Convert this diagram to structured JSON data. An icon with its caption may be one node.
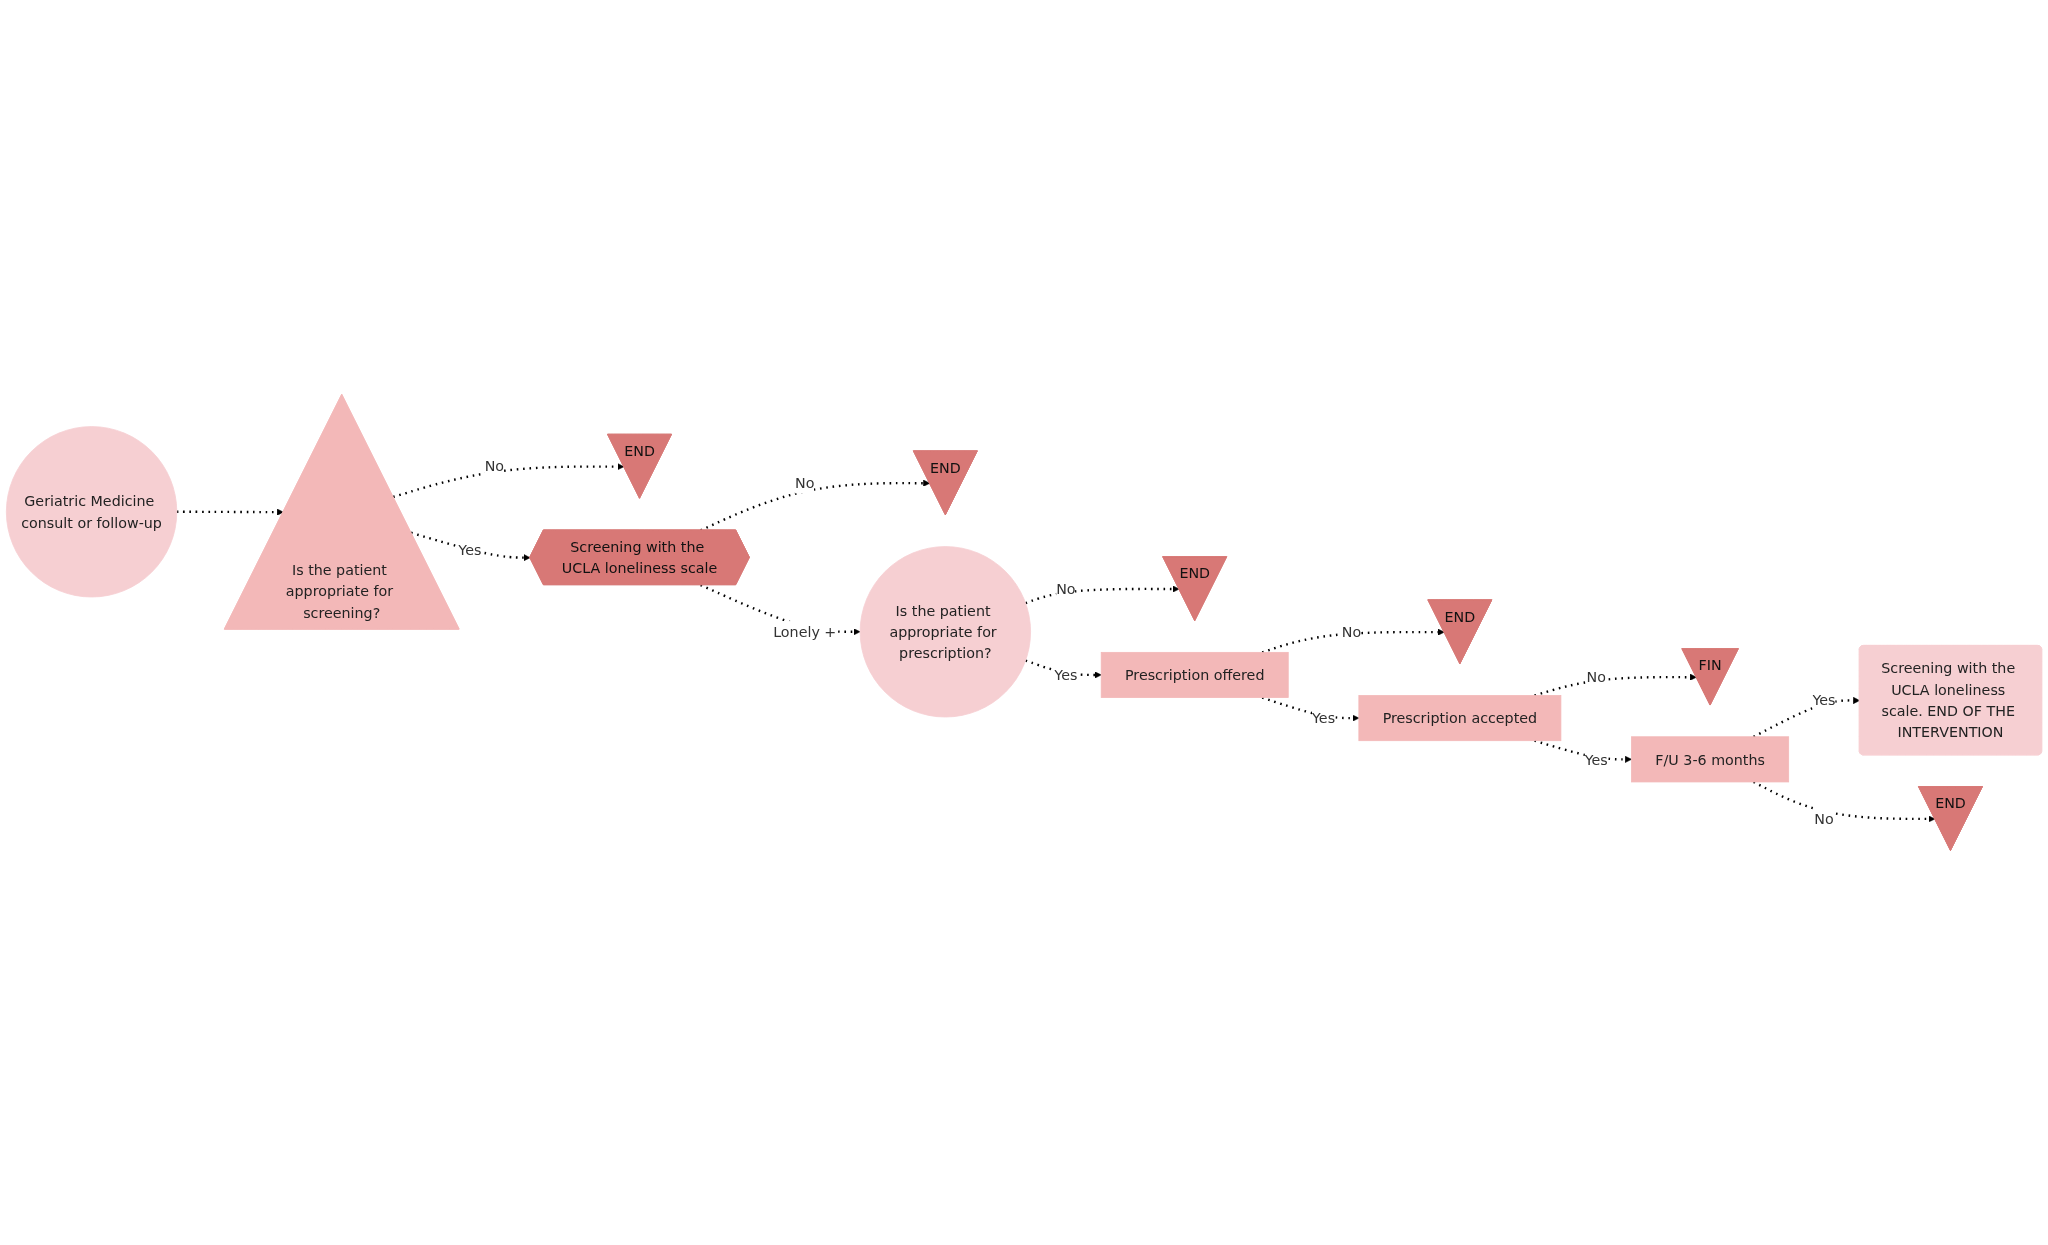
{
  "diagram": {
    "nodes": [
      {
        "text": [
          "Geriatric Medicine consult or follow-up"
        ]
      },
      {
        "text": [
          "Is the patient appropriate for screening?"
        ]
      },
      {
        "text": [
          "END"
        ]
      },
      {
        "text": [
          "Screening with the UCLA loneliness scale"
        ]
      },
      {
        "text": [
          "END"
        ]
      },
      {
        "text": [
          "Is the patient appropriate for prescription?"
        ]
      },
      {
        "text": [
          "END"
        ]
      },
      {
        "text": [
          "Prescription offered"
        ]
      },
      {
        "text": [
          "END"
        ]
      },
      {
        "text": [
          "Prescription accepted"
        ]
      },
      {
        "text": [
          "FIN"
        ]
      },
      {
        "text": [
          "F/U 3-6 months"
        ]
      },
      {
        "text": [
          "END"
        ]
      },
      {
        "text": [
          "Screening with the UCLA loneliness scale. END OF THE INTERVENTION"
        ]
      }
    ],
    "edges": [
      {
        "from": 0,
        "to": 1,
        "arrow": "to"
      },
      {
        "from": 1,
        "to": 2,
        "label": "No",
        "arrow": "to"
      },
      {
        "from": 1,
        "to": 3,
        "label": "Yes",
        "arrow": "to"
      },
      {
        "from": 3,
        "to": 4,
        "label": "No",
        "arrow": "to"
      },
      {
        "from": 3,
        "to": 5,
        "label": "Lonely +",
        "arrow": "to"
      },
      {
        "from": 5,
        "to": 6,
        "label": "No",
        "arrow": "to"
      },
      {
        "from": 5,
        "to": 7,
        "label": "Yes",
        "arrow": "to"
      },
      {
        "from": 7,
        "to": 8,
        "label": "No",
        "arrow": "to"
      },
      {
        "from": 7,
        "to": 9,
        "label": "Yes",
        "arrow": "to"
      },
      {
        "from": 9,
        "to": 10,
        "label": "No",
        "arrow": "to"
      },
      {
        "from": 9,
        "to": 11,
        "label": "Yes",
        "arrow": "to"
      },
      {
        "from": 11,
        "to": 13,
        "label": "Yes",
        "arrow": "to"
      },
      {
        "from": 11,
        "to": 12,
        "label": "No",
        "arrow": "to"
      }
    ]
  }
}
